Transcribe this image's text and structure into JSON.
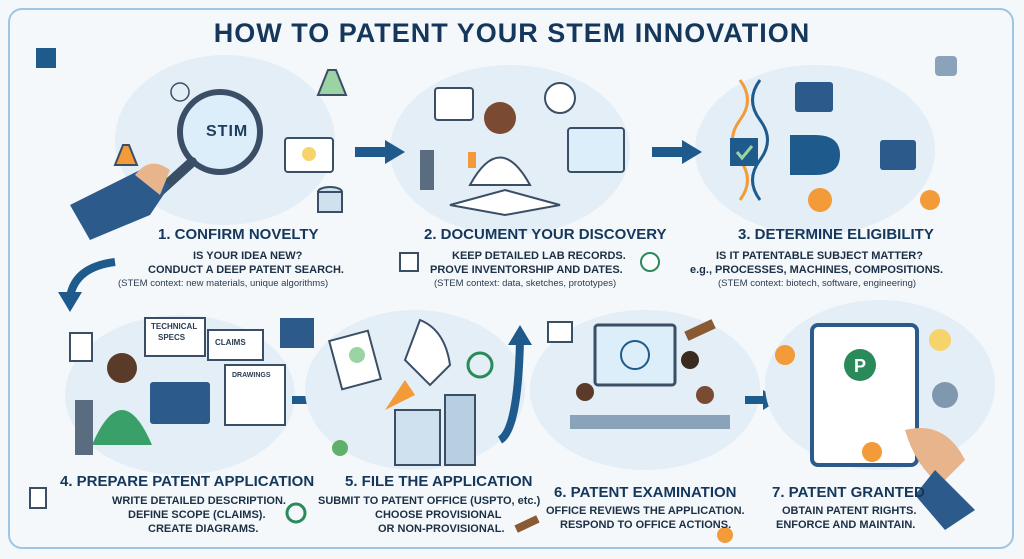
{
  "title": "HOW TO PATENT YOUR STEM INNOVATION",
  "illustration_text": {
    "stim": "STIM",
    "technical_specs": [
      "TECHNICAL",
      "SPECS"
    ],
    "claims": "CLAIMS",
    "drawings": "DRAWINGS"
  },
  "steps": [
    {
      "title": "1. CONFIRM NOVELTY",
      "lines": [
        "IS YOUR IDEA NEW?",
        "CONDUCT A DEEP PATENT SEARCH."
      ],
      "context": "(STEM context: new materials, unique algorithms)"
    },
    {
      "title": "2. DOCUMENT YOUR DISCOVERY",
      "lines": [
        "KEEP DETAILED LAB RECORDS.",
        "PROVE INVENTORSHIP AND DATES."
      ],
      "context": "(STEM context: data, sketches, prototypes)"
    },
    {
      "title": "3. DETERMINE ELIGIBILITY",
      "lines": [
        "IS IT PATENTABLE SUBJECT MATTER?",
        "e.g., PROCESSES, MACHINES, COMPOSITIONS."
      ],
      "context": "(STEM context: biotech, software, engineering)"
    },
    {
      "title": "4. PREPARE PATENT APPLICATION",
      "lines": [
        "WRITE DETAILED DESCRIPTION.",
        "DEFINE SCOPE (CLAIMS).",
        "CREATE DIAGRAMS."
      ]
    },
    {
      "title": "5. FILE THE APPLICATION",
      "lines": [
        "SUBMIT TO PATENT OFFICE (USPTO, etc.)",
        "CHOOSE PROVISIONAL",
        "OR NON-PROVISIONAL."
      ]
    },
    {
      "title": "6. PATENT EXAMINATION",
      "lines": [
        "OFFICE REVIEWS THE APPLICATION.",
        "RESPOND TO OFFICE ACTIONS."
      ]
    },
    {
      "title": "7. PATENT GRANTED",
      "lines": [
        "OBTAIN PATENT RIGHTS.",
        "ENFORCE AND MAINTAIN."
      ]
    }
  ],
  "colors": {
    "navy": "#14375b",
    "arrow": "#1e5a8c",
    "accent": "#f29b38",
    "light": "#cfe4f2"
  }
}
